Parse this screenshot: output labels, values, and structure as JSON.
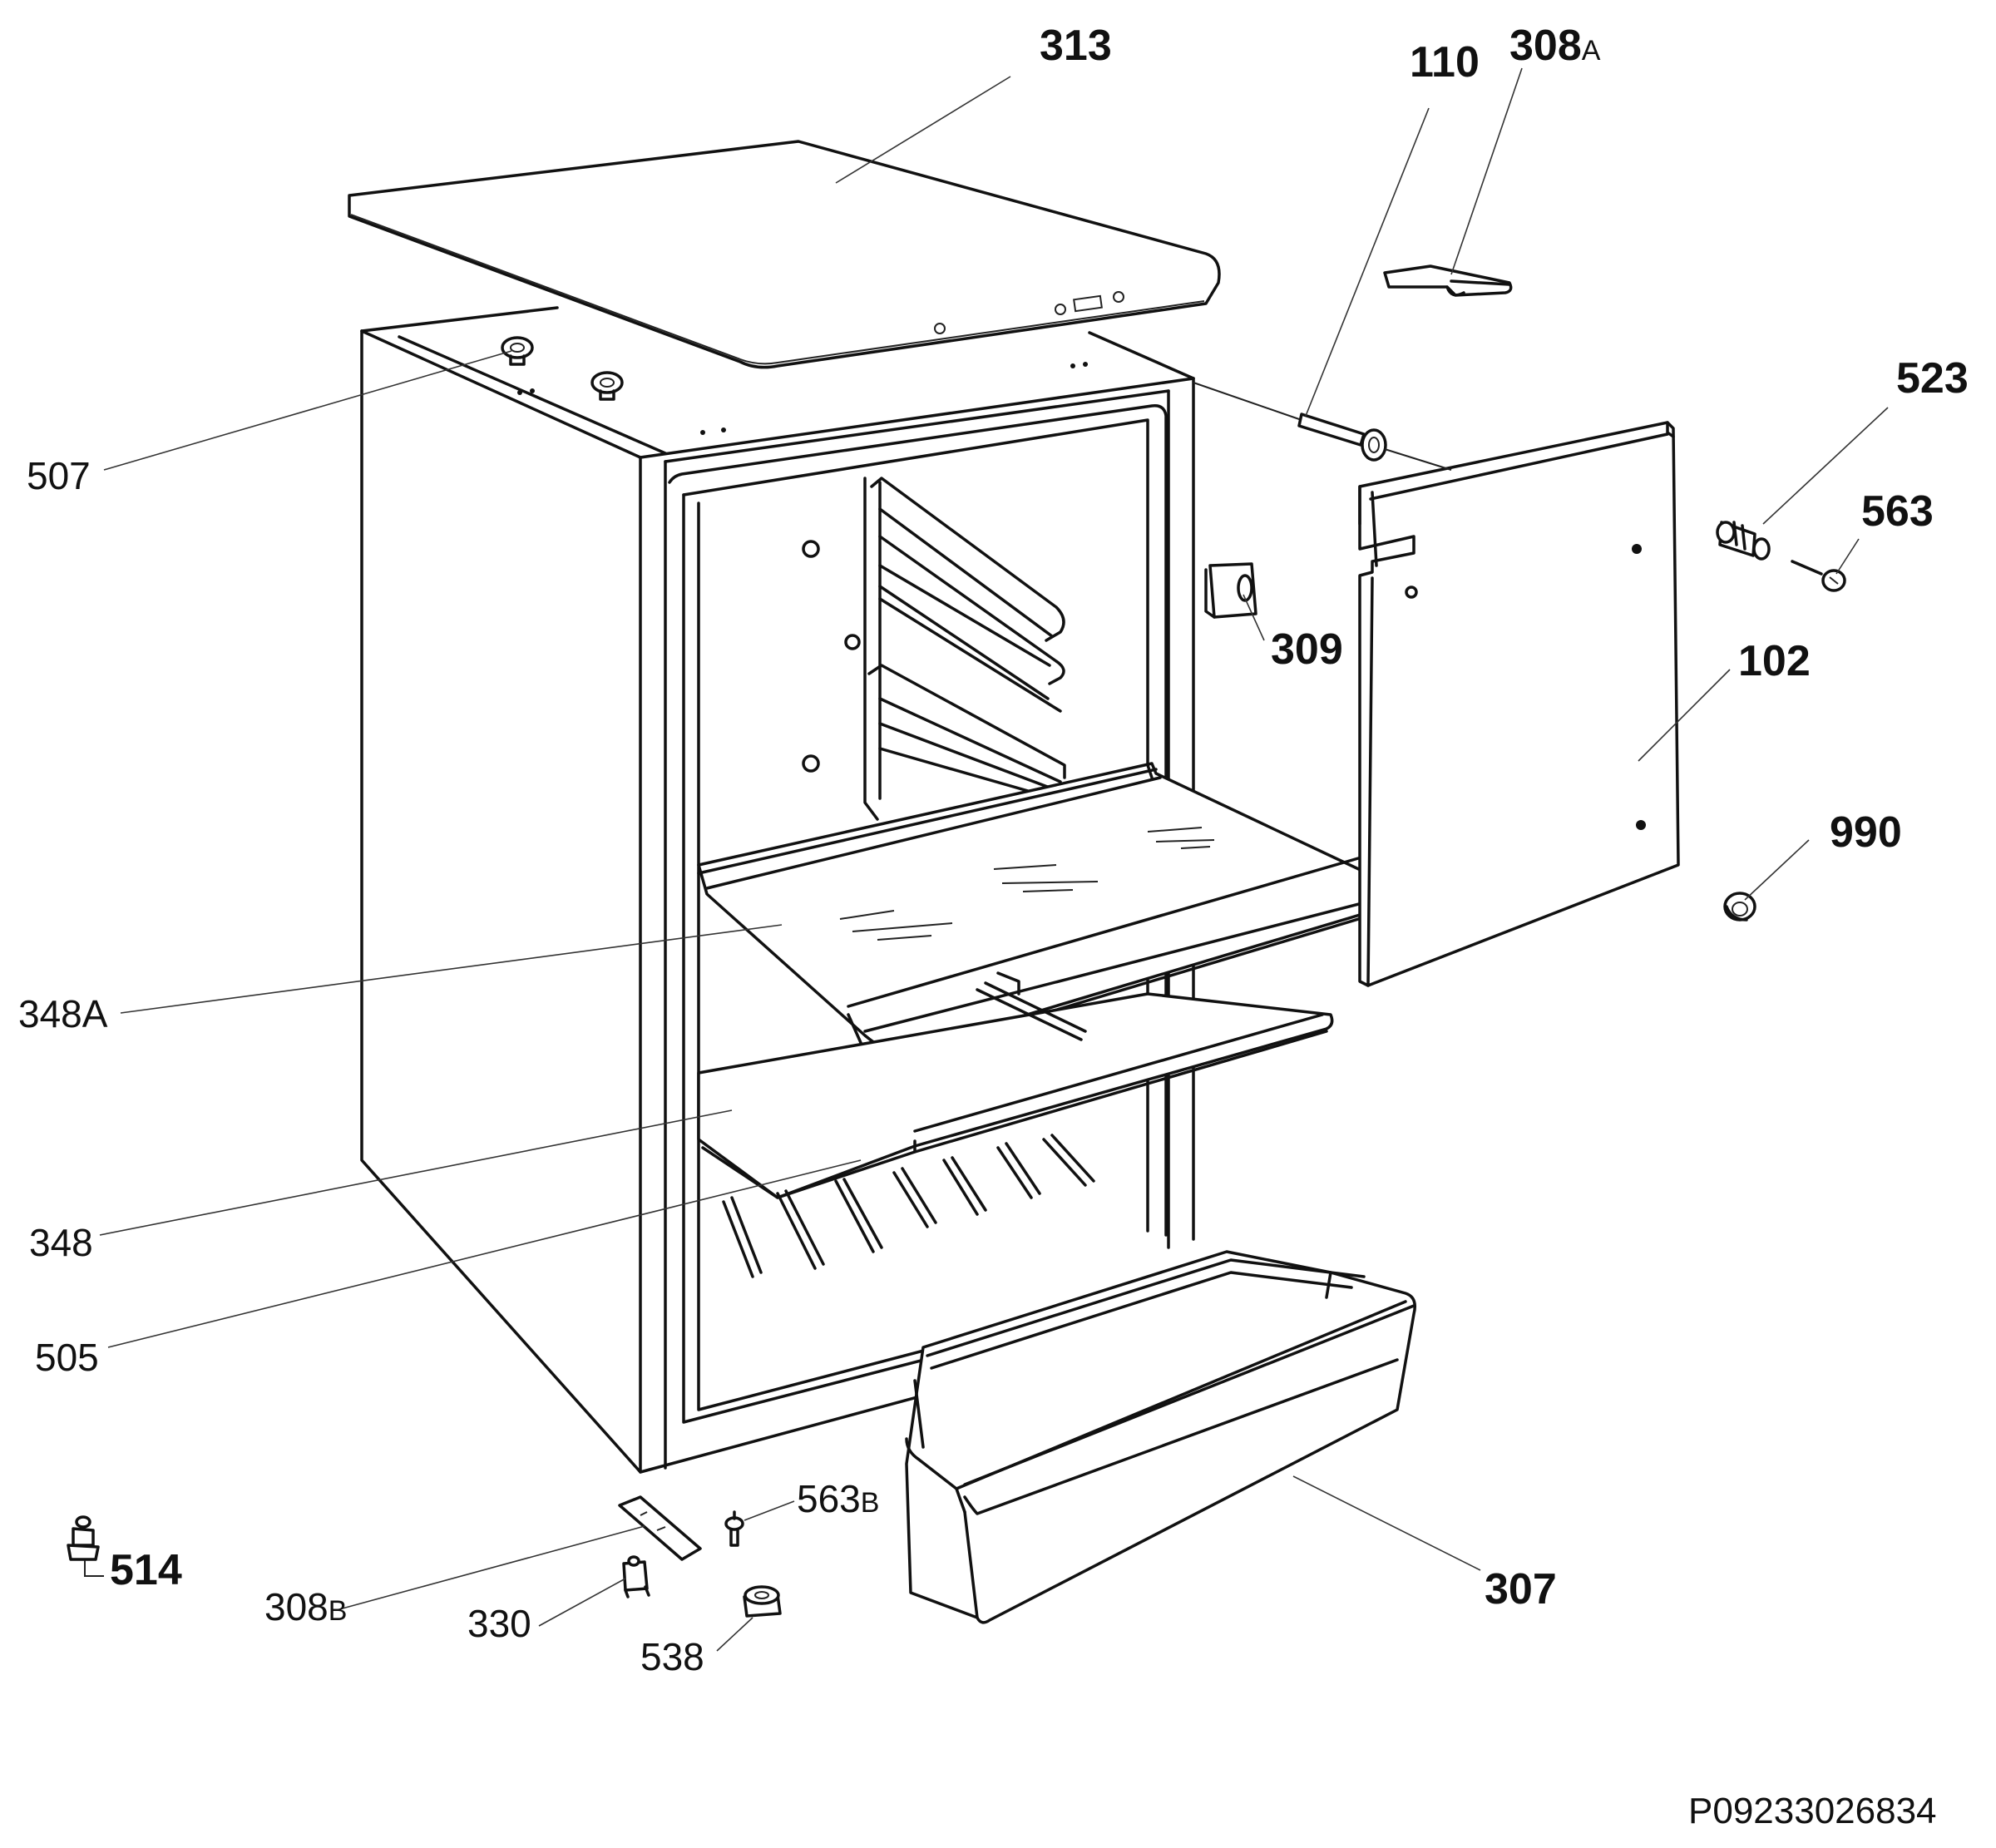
{
  "diagram_code": "P09233026834",
  "labels": {
    "p313": {
      "num": "313"
    },
    "p110": {
      "num": "110"
    },
    "p308a": {
      "num": "308",
      "suffix": "A"
    },
    "p523": {
      "num": "523"
    },
    "p563": {
      "num": "563"
    },
    "p507": {
      "num": "507"
    },
    "p309": {
      "num": "309"
    },
    "p102": {
      "num": "102"
    },
    "p990": {
      "num": "990"
    },
    "p348a": {
      "num": "348A"
    },
    "p348": {
      "num": "348"
    },
    "p505": {
      "num": "505"
    },
    "p563b": {
      "num": "563",
      "suffix": "B"
    },
    "p514": {
      "num": "514"
    },
    "p308b": {
      "num": "308",
      "suffix": "B"
    },
    "p330": {
      "num": "330"
    },
    "p538": {
      "num": "538"
    },
    "p307": {
      "num": "307"
    }
  }
}
